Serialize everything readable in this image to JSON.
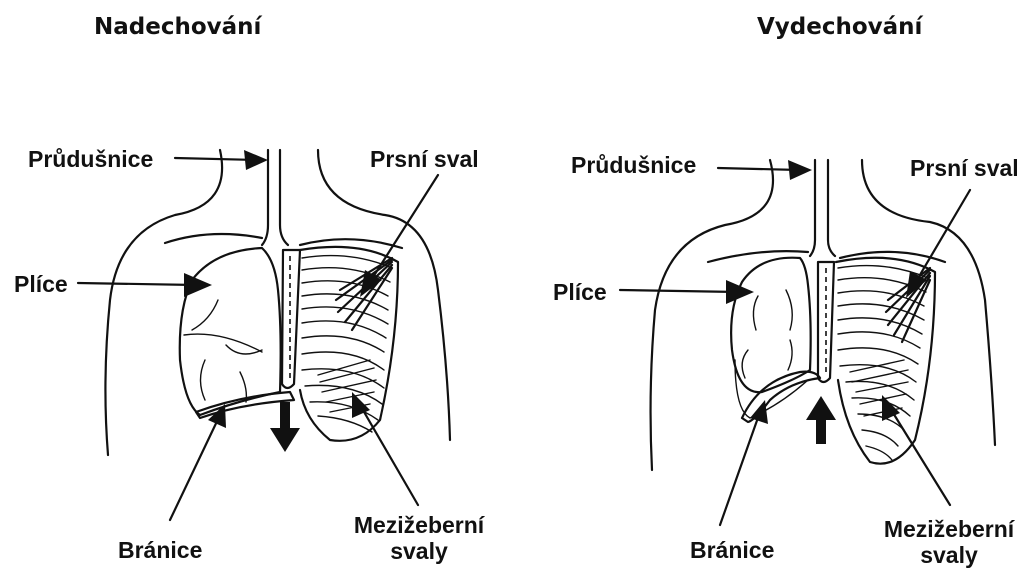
{
  "panels": {
    "inhale": {
      "title": "Nadechování",
      "labels": {
        "trachea": "Průdušnice",
        "pectoral": "Prsní sval",
        "lungs": "Plíce",
        "diaphragm": "Bránice",
        "intercostal_line1": "Mezižeberní",
        "intercostal_line2": "svaly"
      },
      "diaphragm_arrow": "down"
    },
    "exhale": {
      "title": "Vydechování",
      "labels": {
        "trachea": "Průdušnice",
        "pectoral": "Prsní sval",
        "lungs": "Plíce",
        "diaphragm": "Bránice",
        "intercostal_line1": "Mezižeberní",
        "intercostal_line2": "svaly"
      },
      "diaphragm_arrow": "up"
    }
  },
  "colors": {
    "ink": "#111111",
    "background": "#ffffff"
  }
}
